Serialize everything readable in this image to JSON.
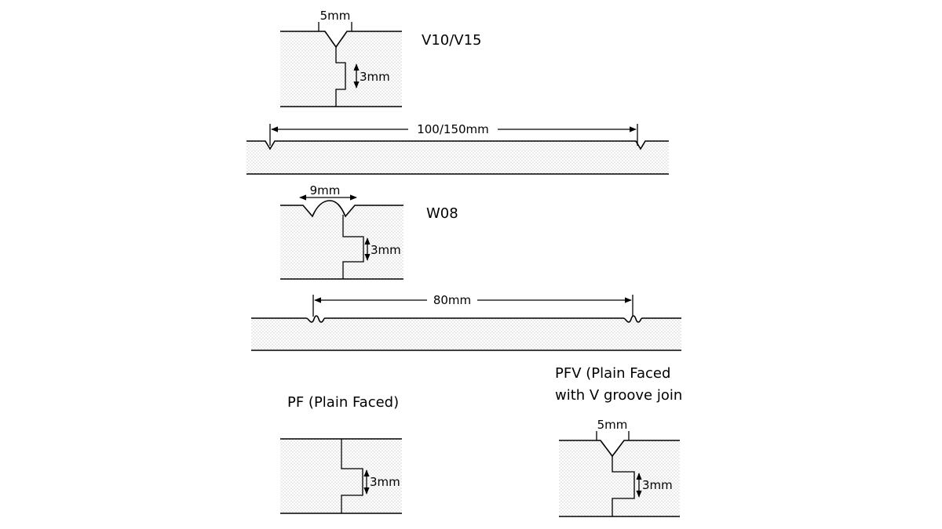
{
  "labels": {
    "v10_v15_title": "V10/V15",
    "v_groove_width": "5mm",
    "v_step_height": "3mm",
    "v_spacing": "100/150mm",
    "w08_title": "W08",
    "w_groove_width": "9mm",
    "w_step_height": "3mm",
    "w_spacing": "80mm",
    "pf_title": "PF (Plain Faced)",
    "pf_step_height": "3mm",
    "pfv_title_line1": "PFV (Plain Faced",
    "pfv_title_line2": "with V groove join",
    "pfv_groove_width": "5mm",
    "pfv_step_height": "3mm"
  },
  "colors": {
    "stroke": "#000000",
    "dot": "#9a9a9a",
    "background": "#ffffff"
  }
}
